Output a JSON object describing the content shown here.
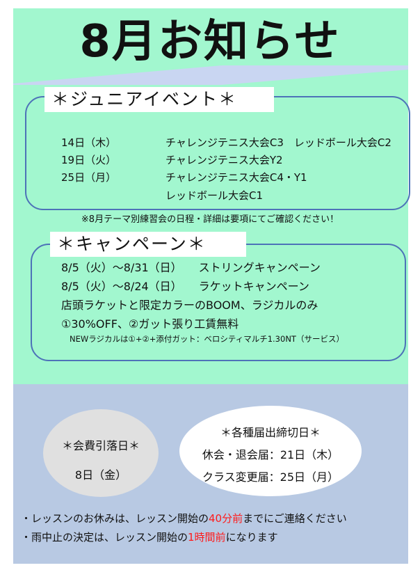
{
  "title": "8月お知らせ",
  "junior": {
    "heading": "＊ジュニアイベント＊",
    "events": [
      {
        "date": "14日（木）",
        "detail": "チャレンジテニス大会C3　レッドボール大会C2"
      },
      {
        "date": "19日（火）",
        "detail": "チャレンジテニス大会Y2"
      },
      {
        "date": "25日（月）",
        "detail": "チャレンジテニス大会C4・Y1"
      },
      {
        "date": "",
        "detail": "レッドボール大会C1"
      }
    ],
    "note": "※8月テーマ別練習会の日程・詳細は要項にてご確認ください！"
  },
  "campaign": {
    "heading": "＊キャンペーン＊",
    "line1": "8/5（火）～8/31（日）　　ストリングキャンペーン",
    "line2": "8/5（火）～8/24（日）　　ラケットキャンペーン",
    "line3": "店頭ラケットと限定カラーのBOOM、ラジカルのみ",
    "line4": "①30%OFF、②ガット張り工賃無料",
    "small": "NEWラジカルは①+②+添付ガット：ベロシティマルチ1.30NT（サービス）"
  },
  "fee": {
    "heading": "＊会費引落日＊",
    "date": "8日（金）"
  },
  "deadline": {
    "heading": "＊各種届出締切日＊",
    "line1": "休会・退会届：21日（木）",
    "line2": "クラス変更届：25日（月）"
  },
  "notices": {
    "n1_pre": "・レッスンのお休みは、レッスン開始の",
    "n1_red": "40分前",
    "n1_post": "までにご連絡ください",
    "n2_pre": "・雨中止の決定は、レッスン開始の",
    "n2_red": "1時間前",
    "n2_post": "になります"
  },
  "colors": {
    "top_bg": "#a2f7cf",
    "bottom_bg": "#b8c9e3",
    "box_border": "#4d72b8",
    "accent_red": "#ff1a1a"
  }
}
